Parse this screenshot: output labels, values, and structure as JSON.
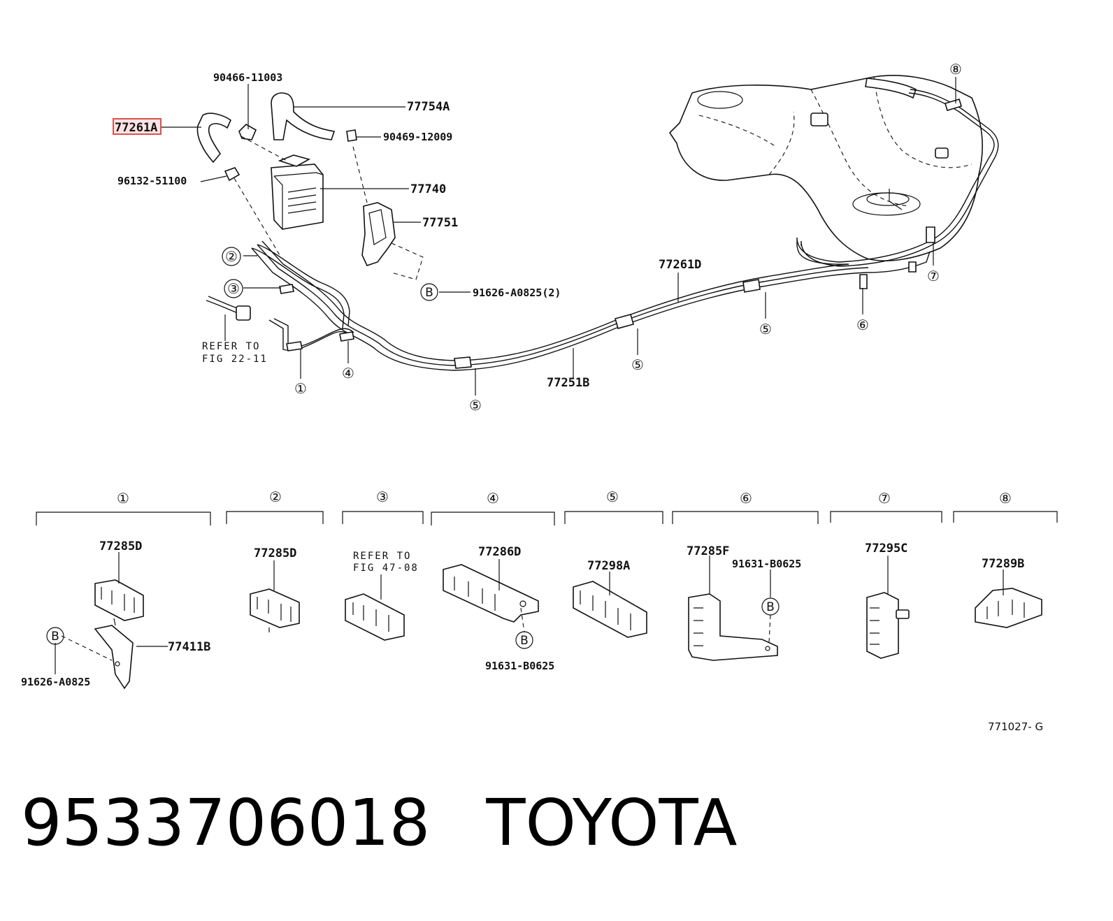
{
  "callouts": {
    "n1": "①",
    "n2": "②",
    "n3": "③",
    "n4": "④",
    "n5": "⑤",
    "n6": "⑥",
    "n7": "⑦",
    "n8": "⑧",
    "b": "B"
  },
  "parts_top": {
    "p90466": "90466-11003",
    "p77754a": "77754A",
    "p77261a": "77261A",
    "p90469": "90469-12009",
    "p96132": "96132-51100",
    "p77740": "77740",
    "p77751": "77751",
    "p91626_2": "91626-A0825(2)",
    "p77261d": "77261D",
    "p77251b": "77251B",
    "refer_line1": "REFER TO",
    "refer_line2": "FIG 22-11"
  },
  "groups": {
    "g1": {
      "num": "①",
      "part_a": "77285D",
      "part_b": "77411B",
      "bolt": "91626-A0825"
    },
    "g2": {
      "num": "②",
      "part_a": "77285D"
    },
    "g3": {
      "num": "③",
      "refer_line1": "REFER TO",
      "refer_line2": "FIG 47-08"
    },
    "g4": {
      "num": "④",
      "part_a": "77286D",
      "bolt": "91631-B0625"
    },
    "g5": {
      "num": "⑤",
      "part_a": "77298A"
    },
    "g6": {
      "num": "⑥",
      "part_a": "77285F",
      "bolt": "91631-B0625"
    },
    "g7": {
      "num": "⑦",
      "part_a": "77295C"
    },
    "g8": {
      "num": "⑧",
      "part_a": "77289B"
    }
  },
  "illustration_id": "771027- G",
  "highlight_color": "#d9534f",
  "caption": {
    "part_number": "9533706018",
    "brand": "TOYOTA"
  }
}
